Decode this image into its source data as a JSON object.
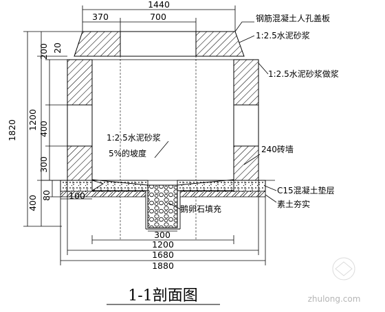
{
  "title": "1-1剖面图",
  "dimensions": {
    "top_total": "1440",
    "top_left": "370",
    "top_opening": "700",
    "left_200": "200",
    "left_20": "20",
    "left_total": "1820",
    "left_1200": "1200",
    "left_400_upper": "400",
    "left_300": "300",
    "left_400_lower": "400",
    "left_80": "80",
    "inner_100": "100",
    "bottom_300": "300",
    "bottom_1200": "1200",
    "bottom_1680": "1680",
    "bottom_1880": "1880"
  },
  "annotations": {
    "cover": "钢筋混凝土人孔盖板",
    "mortar": "1:2.5水泥砂浆",
    "mortar_plaster": "1:2.5水泥砂浆做浆",
    "inner_mortar": "1:2.5水泥砂浆",
    "slope": "5%的坡度",
    "wall": "240砖墙",
    "cushion": "C15混凝土垫层",
    "soil": "素土夯实",
    "gravel": "鹅卵石填充"
  },
  "watermark": "zhulong.com"
}
